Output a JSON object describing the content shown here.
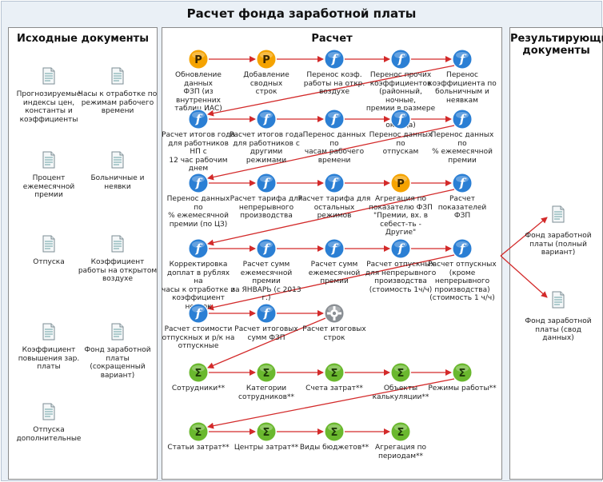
{
  "title": "Расчет фонда заработной платы",
  "panels": {
    "source": "Исходные документы",
    "calc": "Расчет",
    "result": "Результирующие\nдокументы"
  },
  "colors": {
    "arrow": "#d32a2a",
    "f_icon": "#2b7fd4",
    "p_icon": "#f5a300",
    "sigma_icon": "#6ab82e",
    "gear_icon": "#8a8f94"
  },
  "source_docs": [
    "Прогнозируемые\nиндексы цен,\nконстанты и\nкоэффициенты",
    "Часы к отработке по\nрежимам рабочего\nвремени",
    "Процент\nежемесячной премии",
    "Больничные и\nнеявки",
    "Отпуска",
    "Коэффициент\nработы на открытом\nвоздухе",
    "Коэффициент\nповышения зар.\nплаты",
    "Фонд заработной\nплаты (сокращенный\nвариант)",
    "Отпуска\nдополнительные"
  ],
  "result_docs": [
    "Фонд заработной\nплаты (полный\nвариант)",
    "Фонд заработной\nплаты (свод данных)"
  ],
  "calc_rows": [
    [
      {
        "icon": "p",
        "label": "Обновление данных\nФЗП (из внутренних\nтаблиц ИАС)"
      },
      {
        "icon": "p",
        "label": "Добавление сводных\nстрок"
      },
      {
        "icon": "f",
        "label": "Перенос коэф.\nработы на откр.\nвоздухе"
      },
      {
        "icon": "f",
        "label": "Перенос прочих\nкоэффициентов\n(районный, ночные,\nпремии в размере от\nоклада)"
      },
      {
        "icon": "f",
        "label": "Перенос\nкоэффициента по\nбольничным и\nнеявкам"
      }
    ],
    [
      {
        "icon": "f",
        "label": "Расчет итогов года\nдля работников НП с\n12 час рабочим днем"
      },
      {
        "icon": "f",
        "label": "Расчет итогов года\nдля работников с\nдругими режимами"
      },
      {
        "icon": "f",
        "label": "Перенос данных по\nчасам рабочего\nвремени"
      },
      {
        "icon": "f",
        "label": "Перенос данных по\nотпускам"
      },
      {
        "icon": "f",
        "label": "Перенос данных по\n% ежемесячной\nпремии"
      }
    ],
    [
      {
        "icon": "f",
        "label": "Перенос данных по\n% ежемесячной\nпремии (по ЦЗ)"
      },
      {
        "icon": "f",
        "label": "Расчет тарифа для\nнепрерывного\nпроизводства"
      },
      {
        "icon": "f",
        "label": "Расчет тарифа для\nостальных режимов"
      },
      {
        "icon": "p",
        "label": "Агрегация по\nпоказателю ФЗП\n\"Премии, вх. в\nсебест-ть - Другие\""
      },
      {
        "icon": "f",
        "label": "Расчет показателей\nФЗП"
      }
    ],
    [
      {
        "icon": "f",
        "label": "Корректировка\nдоплат в рублях на\nчасы к отработке и\nкоэффициент неявок"
      },
      {
        "icon": "f",
        "label": "Расчет сумм\nежемесячной премии\nза ЯНВАРЬ (с 2013 г.)"
      },
      {
        "icon": "f",
        "label": "Расчет сумм\nежемесячной премии"
      },
      {
        "icon": "f",
        "label": "Расчет отпускных\nдля непрерывного\nпроизводства\n(стоимость 1ч/ч)"
      },
      {
        "icon": "f",
        "label": "Расчет отпускных\n(кроме\nнепрерывного\nпроизводства)\n(стоимость 1 ч/ч)"
      }
    ],
    [
      {
        "icon": "f",
        "label": "Расчет стоимости\nотпускных и р/к на\nотпускные"
      },
      {
        "icon": "f",
        "label": "Расчет итоговых\nсумм ФЗП"
      },
      {
        "icon": "gear",
        "label": "Расчет итоговых\nстрок"
      }
    ],
    [
      {
        "icon": "sigma",
        "label": "Сотрудники**"
      },
      {
        "icon": "sigma",
        "label": "Категории\nсотрудников**"
      },
      {
        "icon": "sigma",
        "label": "Счета затрат**"
      },
      {
        "icon": "sigma",
        "label": "Объекты\nкалькуляции**"
      },
      {
        "icon": "sigma",
        "label": "Режимы работы**"
      }
    ],
    [
      {
        "icon": "sigma",
        "label": "Статьи затрат**"
      },
      {
        "icon": "sigma",
        "label": "Центры затрат**"
      },
      {
        "icon": "sigma",
        "label": "Виды бюджетов**"
      },
      {
        "icon": "sigma",
        "label": "Агрегация по\nпериодам**"
      }
    ]
  ]
}
